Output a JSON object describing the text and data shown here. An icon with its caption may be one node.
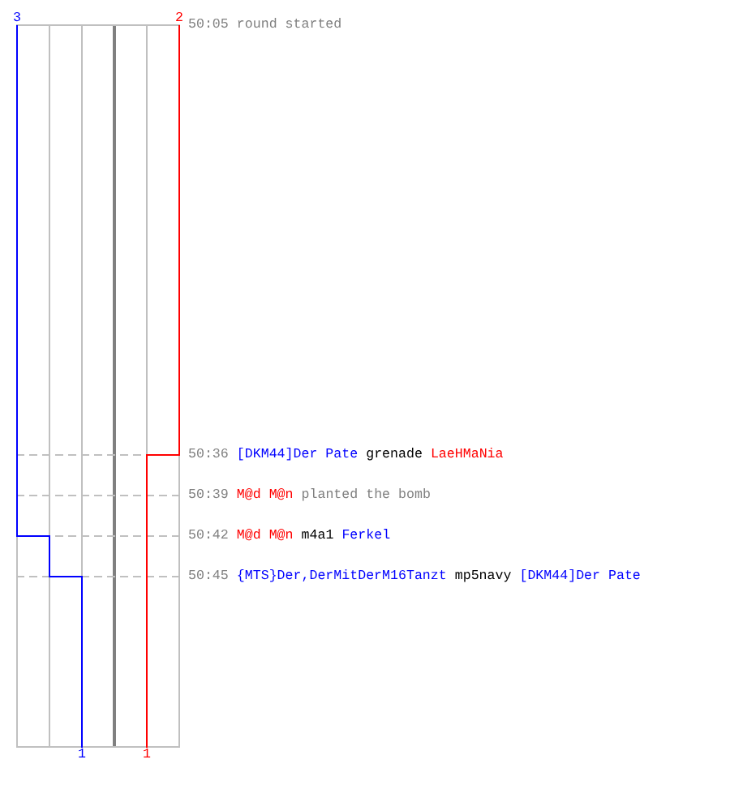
{
  "diagram": {
    "labels": [
      "3",
      "2",
      "50:05",
      "round started",
      "50:36",
      "[DKM44]Der Pate",
      "grenade",
      "LaeHMaNia",
      "50:39",
      "M@d M@n",
      "planted the bomb",
      "50:42",
      "M@d M@n",
      "m4a1",
      "Ferkel",
      "50:45",
      "{MTS}Der,DerMitDerM16Tanzt",
      "mp5navy",
      "[DKM44]Der Pate",
      "1",
      "1"
    ]
  }
}
